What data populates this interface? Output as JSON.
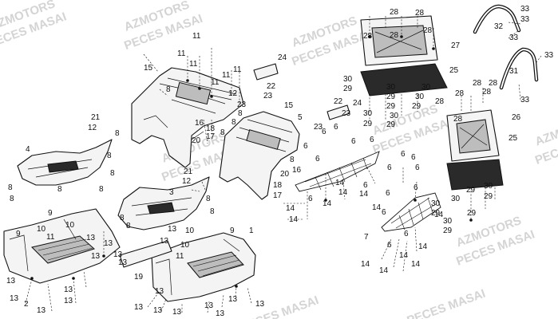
{
  "watermark": {
    "line1": "AZMOTORS",
    "line2": "PECES MASAI",
    "line2_cut": "PECES MASAI"
  },
  "callouts": {
    "c1": "1",
    "c2": "2",
    "c3": "3",
    "c4": "4",
    "c5": "5",
    "c6": "6",
    "c7": "7",
    "c8": "8",
    "c9": "9",
    "c10": "10",
    "c11": "11",
    "c12": "12",
    "c13": "13",
    "c14": "14",
    "c15": "15",
    "c16": "16",
    "c17": "17",
    "c18": "18",
    "c19": "19",
    "c20": "20",
    "c21": "21",
    "c22": "22",
    "c23": "23",
    "c24": "24",
    "c25": "25",
    "c26": "26",
    "c27": "27",
    "c28": "28",
    "c29": "29",
    "c30": "30",
    "c31": "31",
    "c32": "32",
    "c33": "33"
  }
}
